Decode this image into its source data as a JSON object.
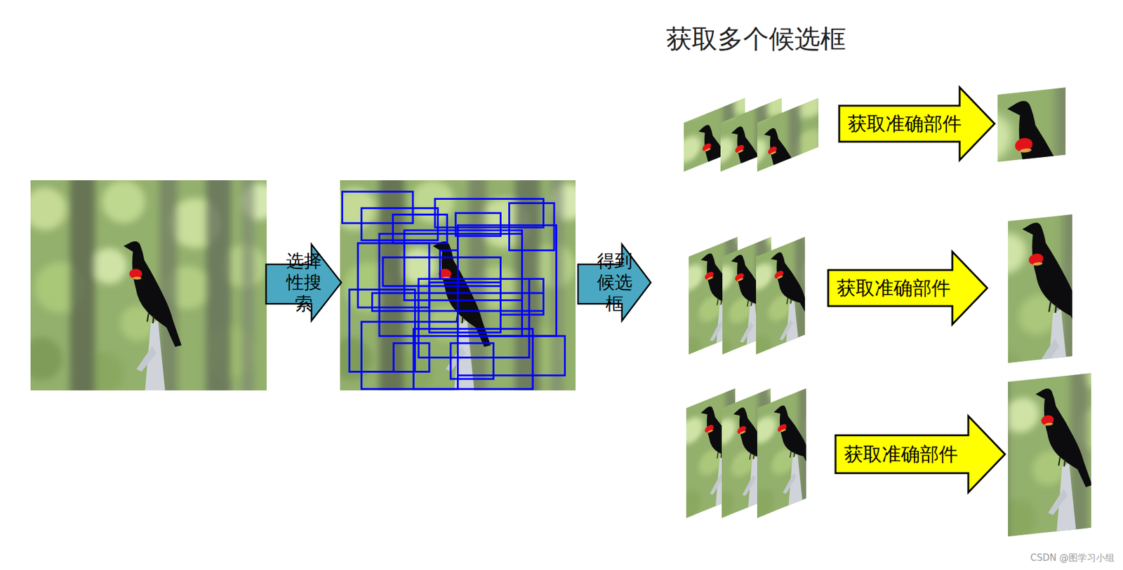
{
  "diagram": {
    "title": "获取多个候选框",
    "nodes": [
      {
        "text": [
          "选择性搜索"
        ]
      },
      {
        "text": [
          "得到候选框"
        ]
      },
      {
        "text": [
          "获取准确部件"
        ]
      },
      {
        "text": [
          "获取准确部件"
        ]
      },
      {
        "text": [
          "获取准确部件"
        ]
      }
    ],
    "labels": [
      "CSDN @图学习小组"
    ]
  }
}
